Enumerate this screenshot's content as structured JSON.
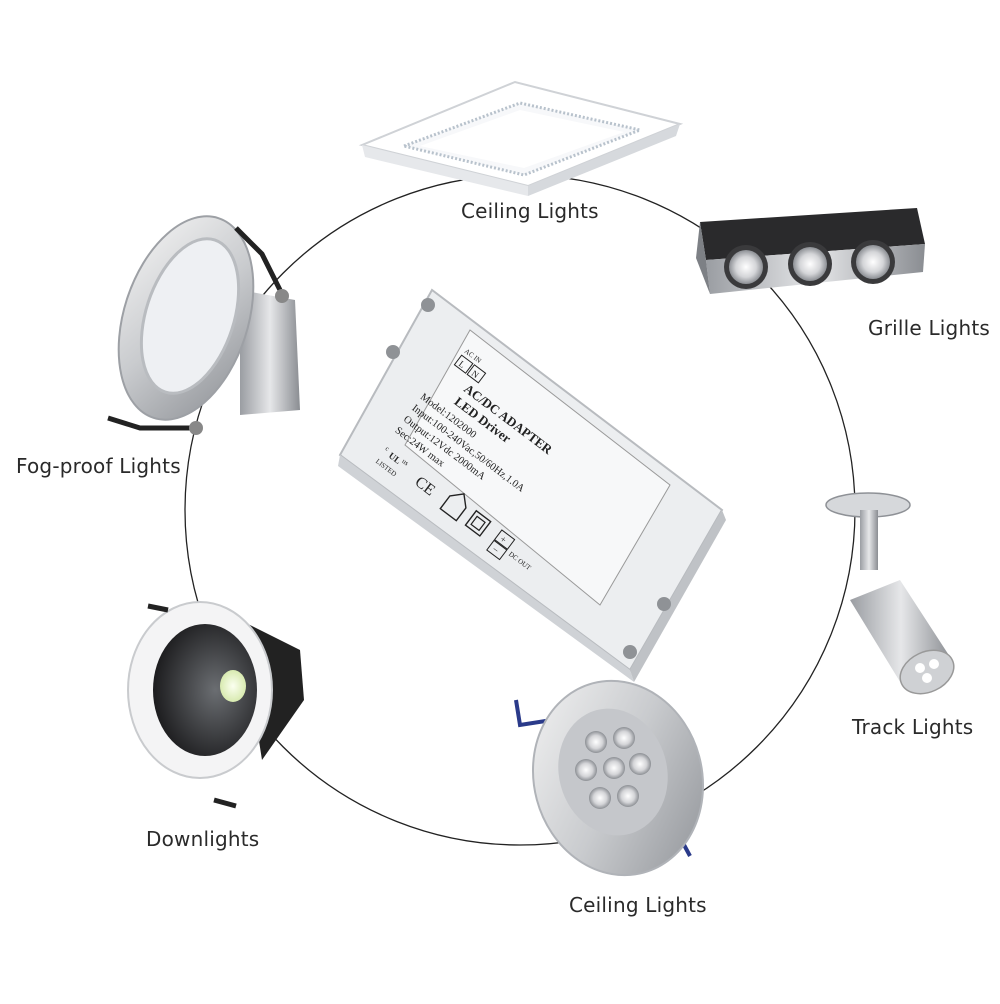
{
  "labels": {
    "ceiling_top": "Ceiling Lights",
    "grille": "Grille Lights",
    "fog_proof": "Fog-proof Lights",
    "track": "Track Lights",
    "downlights": "Downlights",
    "ceiling_bottom": "Ceiling Lights"
  },
  "driver": {
    "terminal_in": [
      "AC IN",
      "L",
      "N"
    ],
    "title": "AC/DC ADAPTER",
    "subtitle": "LED Driver",
    "model": "Model:1202000",
    "input": "Input:100-240Vac,50/60Hz,1.0A",
    "output": "Output:12Vdc 2000mA",
    "sec": "Sec:24W max",
    "cert_ul": "UL",
    "cert_ul_listed": "LISTED",
    "cert_ul_c": "c",
    "cert_ul_us": "us",
    "cert_ce": "CE",
    "dc_out": "DC OUT",
    "plus": "+",
    "minus": "−"
  }
}
